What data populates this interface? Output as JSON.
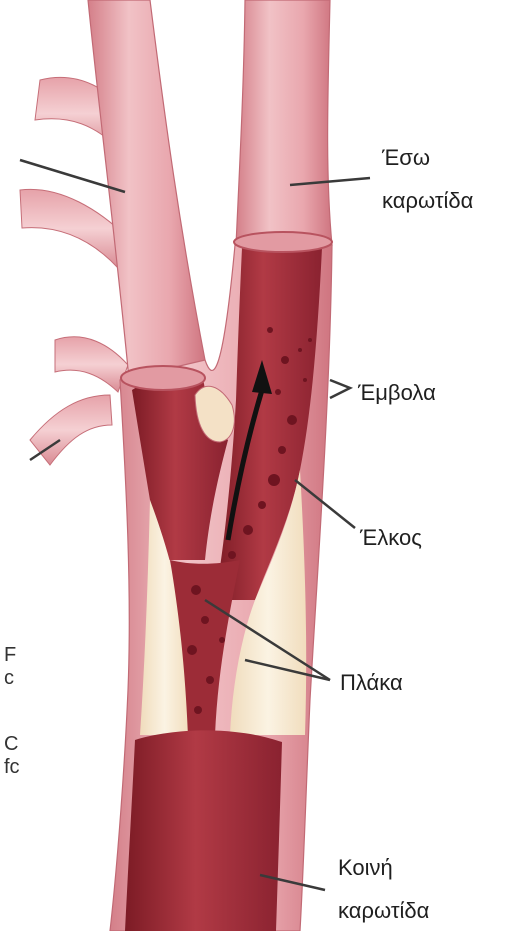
{
  "labels": {
    "internal_carotid": [
      "Έσω",
      "καρωτίδα"
    ],
    "emboli": "Έμβολα",
    "ulcer": "Έλκος",
    "plaque": "Πλάκα",
    "common_carotid": [
      "Κοινή",
      "καρωτίδα"
    ]
  },
  "background_fragments": {
    "line1": [
      "F",
      "c"
    ],
    "line2": [
      "C",
      "fc"
    ]
  },
  "colors": {
    "vessel_wall": "#e8a3a9",
    "vessel_wall_dark": "#c96a74",
    "lumen": "#a7323c",
    "lumen_dark": "#7e1c25",
    "plaque": "#f6ead2",
    "leader_line": "#3a3a3a",
    "arrow": "#111111"
  }
}
